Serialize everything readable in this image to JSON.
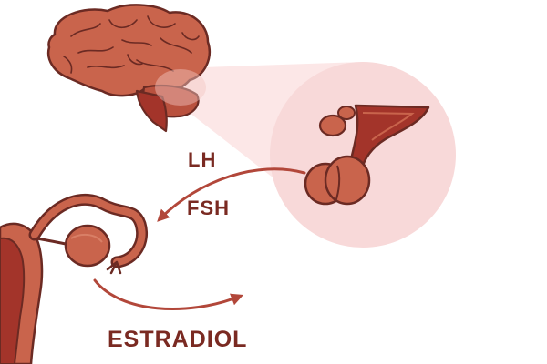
{
  "labels": {
    "lh": "LH",
    "fsh": "FSH",
    "estradiol": "ESTRADIOL"
  },
  "icons": {
    "brain": "brain-icon",
    "pituitary": "pituitary-gland-icon",
    "ovary": "ovary-icon",
    "uterus": "uterus-icon"
  },
  "colors": {
    "organ_fill": "#c9644c",
    "organ_dark": "#a3342a",
    "organ_outline": "#6b2a23",
    "arrow": "#b2473a",
    "text": "#7a2a22",
    "magnifier_bg": "#f8d9d9"
  }
}
